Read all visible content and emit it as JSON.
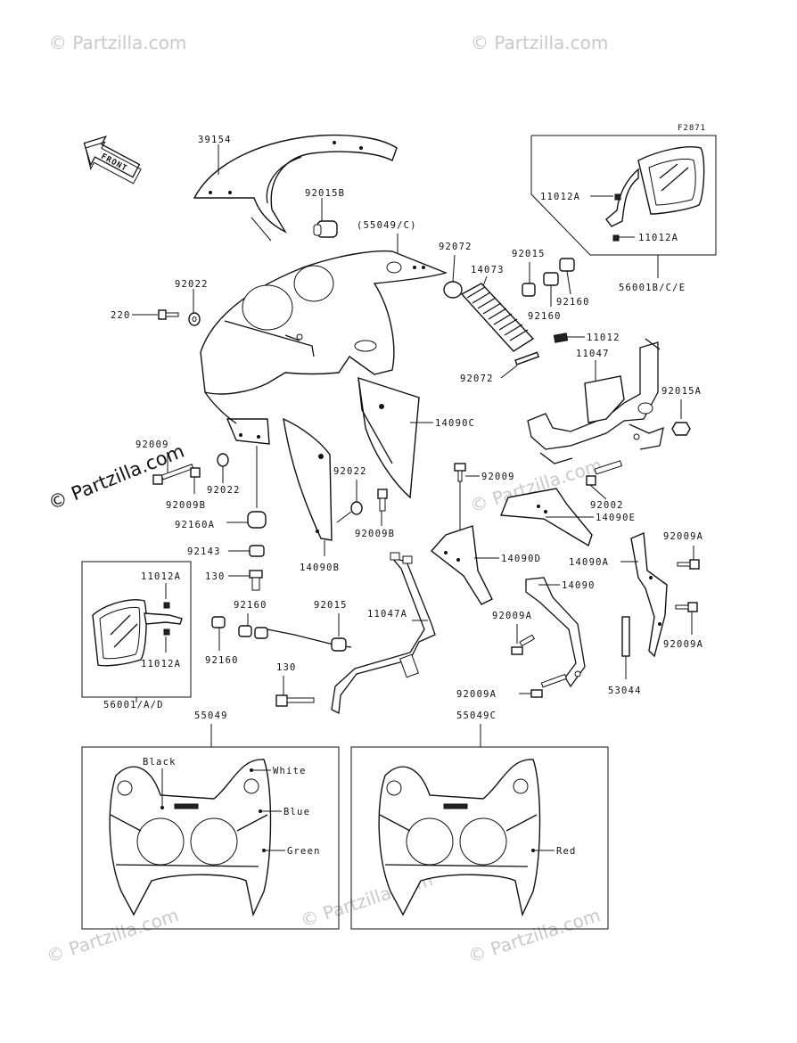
{
  "watermarks": {
    "text": "© Partzilla.com",
    "center_text": "© Partzilla.com"
  },
  "front_badge": "FRONT",
  "figure_code": "F2871",
  "parts": {
    "p39154": "39154",
    "p92015B": "92015B",
    "p55049C_paren": "(55049/C)",
    "p92072_top": "92072",
    "p14073": "14073",
    "p92015_top": "92015",
    "p92160_a": "92160",
    "p92160_b": "92160",
    "p11012A_top": "11012A",
    "p11012A_top2": "11012A",
    "p56001BCE": "56001B/C/E",
    "p92022_top": "92022",
    "p220": "220",
    "p11012": "11012",
    "p11047": "11047",
    "p92072_mid": "92072",
    "p92015A": "92015A",
    "p14090C": "14090C",
    "p92009_left": "92009",
    "p92009B_left": "92009B",
    "p92022_left": "92022",
    "p92022_mid": "92022",
    "p92160A": "92160A",
    "p92009_mid": "92009",
    "p92002": "92002",
    "p14090E": "14090E",
    "p92009B_mid": "92009B",
    "p92143": "92143",
    "p14090B": "14090B",
    "p14090D": "14090D",
    "p92009A_r1": "92009A",
    "p14090A": "14090A",
    "p130_top": "130",
    "p14090": "14090",
    "p92160_c": "92160",
    "p92015_mid": "92015",
    "p11047A": "11047A",
    "p92009A_mid": "92009A",
    "p92009A_r2": "92009A",
    "p92160_d": "92160",
    "p11012A_l1": "11012A",
    "p11012A_l2": "11012A",
    "p130_bot": "130",
    "p53044": "53044",
    "p92009A_bot": "92009A",
    "p56001AD": "56001/A/D",
    "p55049": "55049",
    "p55049C": "55049C"
  },
  "colors_left": {
    "black": "Black",
    "white": "White",
    "blue": "Blue",
    "green": "Green"
  },
  "colors_right": {
    "red": "Red"
  }
}
